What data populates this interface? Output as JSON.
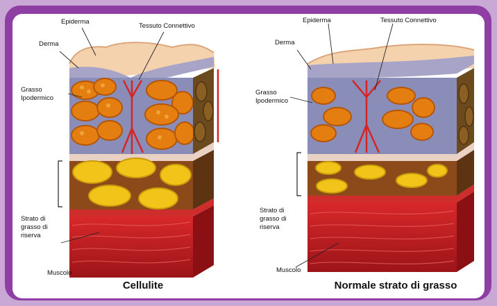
{
  "colors": {
    "frame": "#8f3fa3",
    "epidermis": "#f3d2ad",
    "dermis": "#a8a4c8",
    "fat_lobule": "#e57e10",
    "reserve_fat": "#f2c419",
    "muscle": "#c41f24",
    "connective": "#d42626"
  },
  "left": {
    "title": "Cellulite",
    "labels": {
      "epidermis": "Epiderma",
      "connective": "Tessuto Connettivo",
      "dermis": "Derma",
      "hypodermic_1": "Grasso",
      "hypodermic_2": "Ipodermico",
      "reserve_1": "Strato di",
      "reserve_2": "grasso di",
      "reserve_3": "riserva",
      "muscle": "Muscolo"
    }
  },
  "right": {
    "title": "Normale strato di grasso",
    "labels": {
      "epidermis": "Epiderma",
      "connective": "Tessuto Connettivo",
      "dermis": "Derma",
      "hypodermic_1": "Grasso",
      "hypodermic_2": "Ipodermico",
      "reserve_1": "Strato di",
      "reserve_2": "grasso di",
      "reserve_3": "riserva",
      "muscle": "Muscolo"
    }
  }
}
